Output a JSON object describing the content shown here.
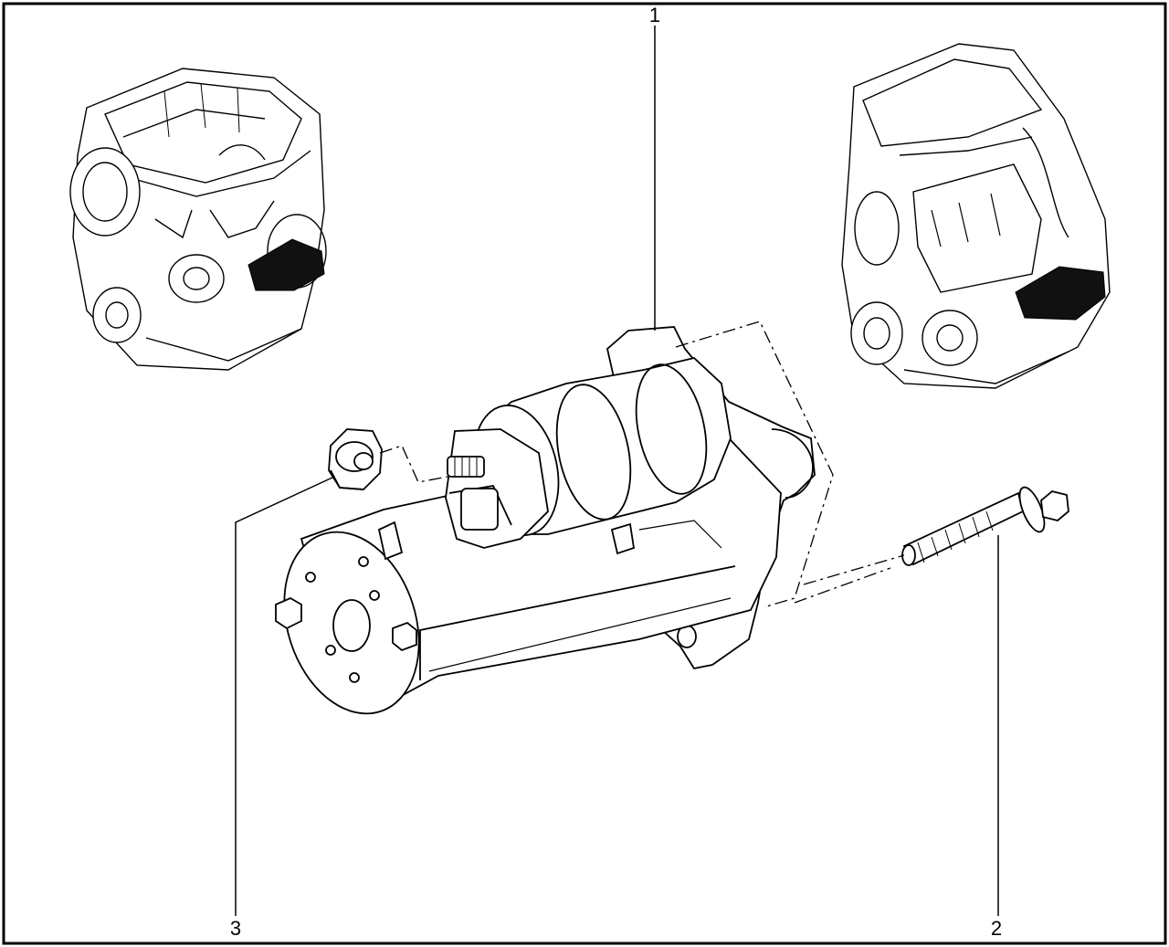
{
  "diagram": {
    "callouts": [
      {
        "id": "1",
        "label": "1"
      },
      {
        "id": "2",
        "label": "2"
      },
      {
        "id": "3",
        "label": "3"
      }
    ],
    "colors": {
      "line": "#000000",
      "background": "#ffffff",
      "engine_shade": "#dcdcdc",
      "highlight": "#111111"
    }
  }
}
